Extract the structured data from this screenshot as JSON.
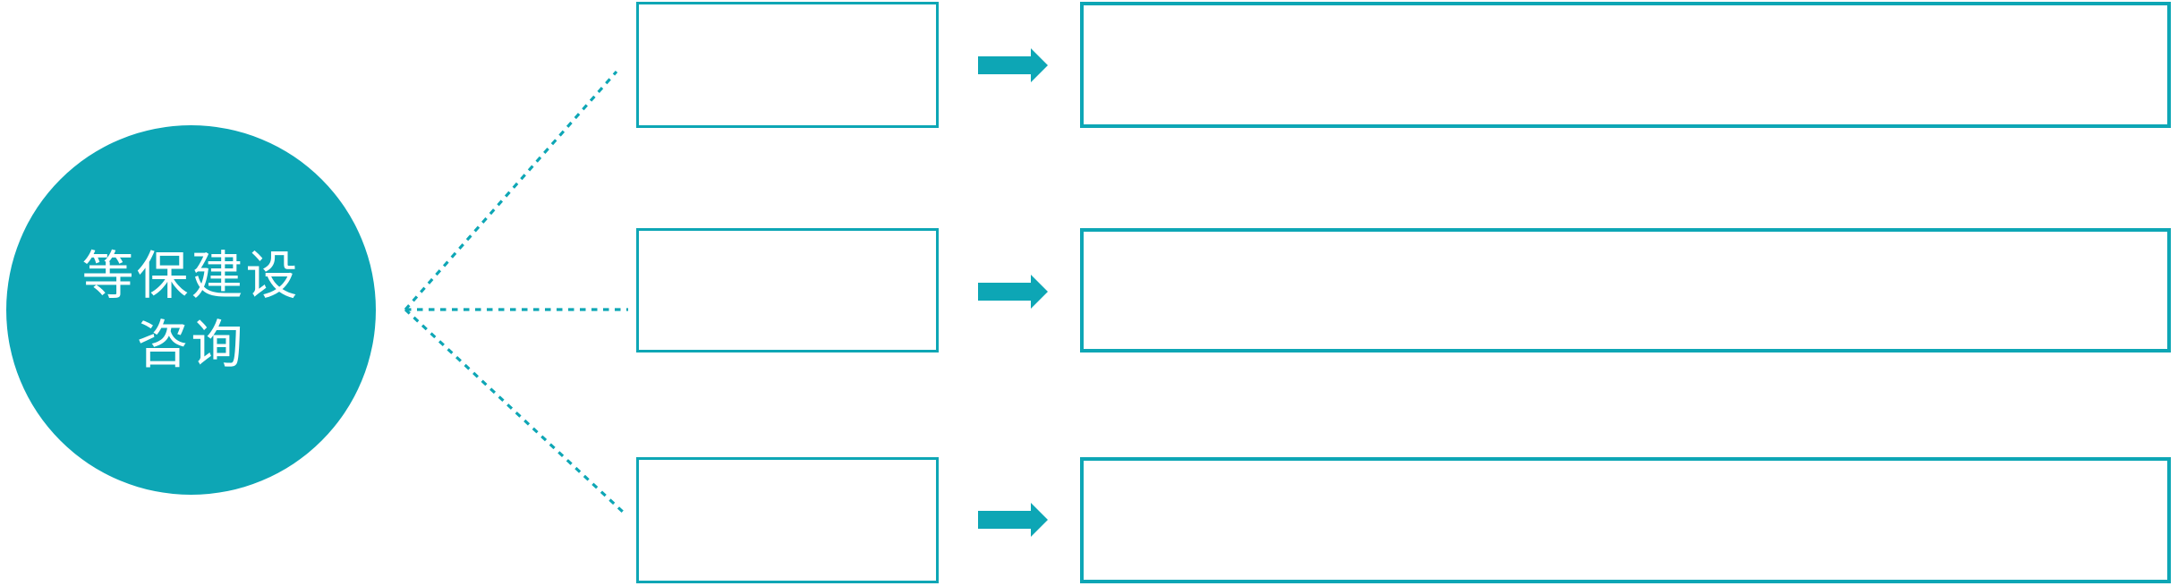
{
  "colors": {
    "accent": "#0da6b5",
    "text_on_accent": "#ffffff",
    "canvas": "#ffffff"
  },
  "hub": {
    "line1": "等保建设",
    "line2": "咨询"
  },
  "rows": [
    {
      "small_box_text": "",
      "large_box_text": ""
    },
    {
      "small_box_text": "",
      "large_box_text": ""
    },
    {
      "small_box_text": "",
      "large_box_text": ""
    }
  ],
  "icons": {
    "arrow": "arrow-right-icon",
    "connector": "dotted-connector"
  }
}
